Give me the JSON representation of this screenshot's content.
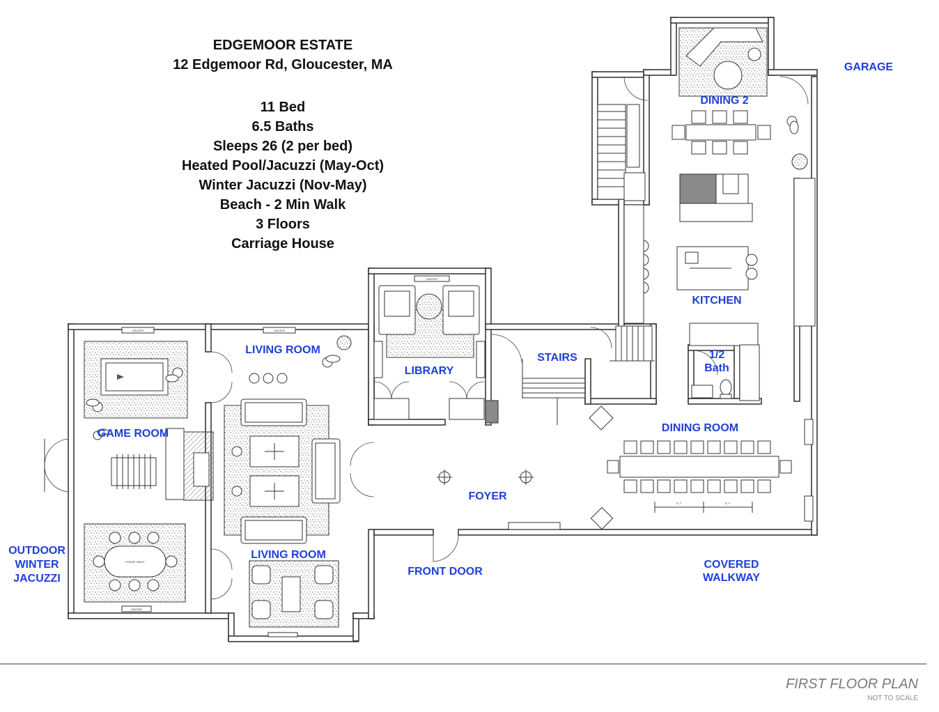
{
  "header": {
    "title": "EDGEMOOR ESTATE",
    "address": "12 Edgemoor Rd, Gloucester, MA",
    "features": [
      "11 Bed",
      "6.5 Baths",
      "Sleeps 26 (2 per bed)",
      "Heated Pool/Jacuzzi (May-Oct)",
      "Winter Jacuzzi (Nov-May)",
      "Beach - 2 Min Walk",
      "3 Floors",
      "Carriage House"
    ]
  },
  "rooms": {
    "garage": "GARAGE",
    "dining2": "DINING 2",
    "kitchen": "KITCHEN",
    "half_bath": [
      "1/2",
      "Bath"
    ],
    "stairs": "STAIRS",
    "library": "LIBRARY",
    "living_room_1": "LIVING ROOM",
    "living_room_2": "LIVING ROOM",
    "game_room": "GAME ROOM",
    "dining_room": "DINING ROOM",
    "foyer": "FOYER",
    "front_door": "FRONT DOOR",
    "covered_walkway": [
      "COVERED",
      "WALKWAY"
    ],
    "outdoor_jacuzzi": [
      "OUTDOOR",
      "WINTER",
      "JACUZZI"
    ]
  },
  "fixtures": {
    "heater": "HEATER",
    "poker_table": "POKER TABLE",
    "dim1": "5'-7\"",
    "dim2": "5'-7\""
  },
  "footer": {
    "title": "FIRST FLOOR PLAN",
    "subtitle": "NOT TO SCALE"
  },
  "colors": {
    "room_label": "#1f3fd8",
    "wall": "#2b2b2b",
    "footer": "#7a7a7a"
  }
}
